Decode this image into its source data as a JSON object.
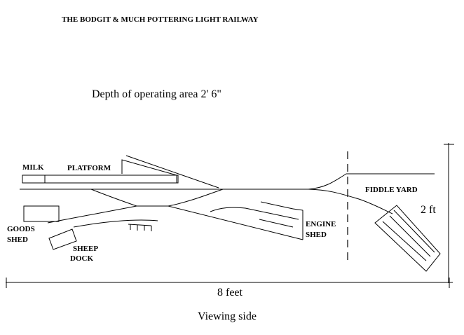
{
  "title": "THE BODGIT & MUCH POTTERING LIGHT RAILWAY",
  "depth_note": "Depth of operating area 2' 6\"",
  "labels": {
    "milk": "MILK",
    "platform": "PLATFORM",
    "fiddle_yard": "FIDDLE YARD",
    "goods_shed_1": "GOODS",
    "goods_shed_2": "SHED",
    "sheep_dock_1": "SHEEP",
    "sheep_dock_2": "DOCK",
    "engine_shed_1": "ENGINE",
    "engine_shed_2": "SHED",
    "width_dim": "8 feet",
    "height_dim": "2 ft",
    "viewing_side": "Viewing side"
  }
}
